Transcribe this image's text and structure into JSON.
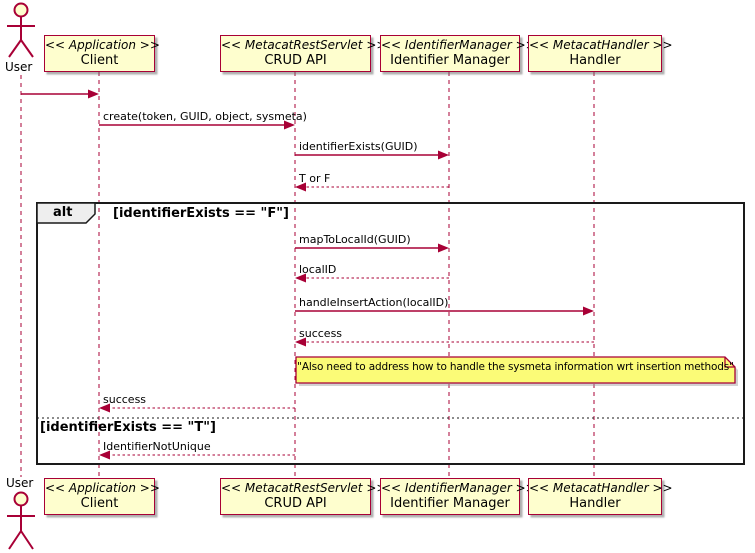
{
  "diagram_type": "uml-sequence-diagram",
  "colors": {
    "line": "#A80036",
    "participant_fill": "#FEFECE",
    "note_fill": "#FBFB77",
    "frame_border": "#1a1a1a",
    "alt_tab_fill": "#EEEEEE",
    "background": "#FFFFFF"
  },
  "actor": {
    "top_label": "User",
    "bottom_label": "User"
  },
  "participants": [
    {
      "stereotype": "<< Application >>",
      "name": "Client"
    },
    {
      "stereotype": "<< MetacatRestServlet >>",
      "name": "CRUD API"
    },
    {
      "stereotype": "<< IdentifierManager >>",
      "name": "Identifier Manager"
    },
    {
      "stereotype": "<< MetacatHandler >>",
      "name": "Handler"
    }
  ],
  "messages": {
    "create": "create(token, GUID, object, sysmeta)",
    "identifier_exists": "identifierExists(GUID)",
    "t_or_f": "T or F",
    "map_to_local_id": "mapToLocalId(GUID)",
    "local_id": "localID",
    "handle_insert_action": "handleInsertAction(localID)",
    "success_from_handler": "success",
    "success_to_client": "success",
    "identifier_not_unique": "IdentifierNotUnique"
  },
  "alt_frame": {
    "operator": "alt",
    "guard_false_branch": "[identifierExists == \"F\"]",
    "guard_true_branch": "[identifierExists == \"T\"]"
  },
  "note": {
    "text": "\"Also need to address how to handle the sysmeta information wrt insertion methods\""
  }
}
